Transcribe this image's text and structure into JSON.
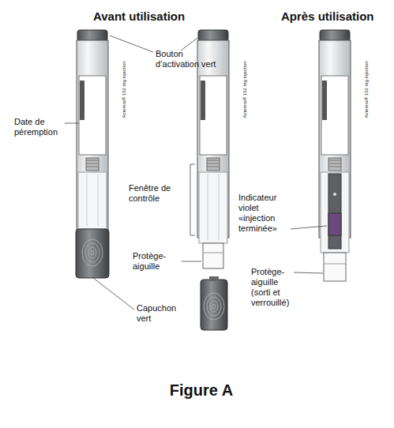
{
  "diagram": {
    "caption": "Figure A",
    "labels": [
      "Avant utilisation",
      "Après utilisation",
      "Bouton d’activation vert",
      "Date de péremption",
      "Fenêtre de contrôle",
      "Protège-aiguille",
      "Capuchon vert",
      "Indicateur violet «injection terminée»",
      "Protège-aiguille (sorti et verrouillé)",
      "Actemra® 162 mg injection",
      "Actemra® 162 mg injection",
      "Actemra® 162 mg injection"
    ]
  }
}
